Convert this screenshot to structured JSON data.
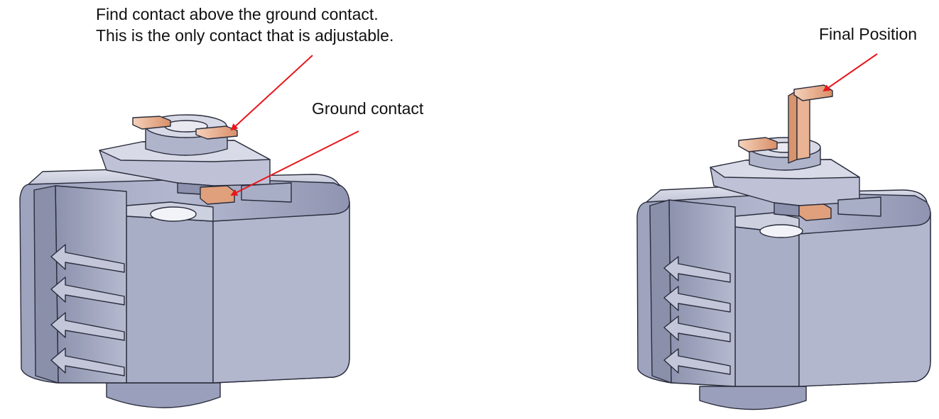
{
  "annotations": {
    "find_contact_line1": "Find contact above the ground contact.",
    "find_contact_line2": "This is the only contact that is adjustable.",
    "ground_contact": "Ground contact",
    "final_position": "Final Position"
  },
  "colors": {
    "arrow": "#e8181e",
    "housing_light": "#c9ccdc",
    "housing_mid": "#a4a9c4",
    "housing_dark": "#7b809d",
    "contact_copper": "#e3a37f",
    "contact_copper_light": "#f3cdb4",
    "edge": "#2a2d3c"
  },
  "icons": [
    "arrow-chevron-icon"
  ]
}
